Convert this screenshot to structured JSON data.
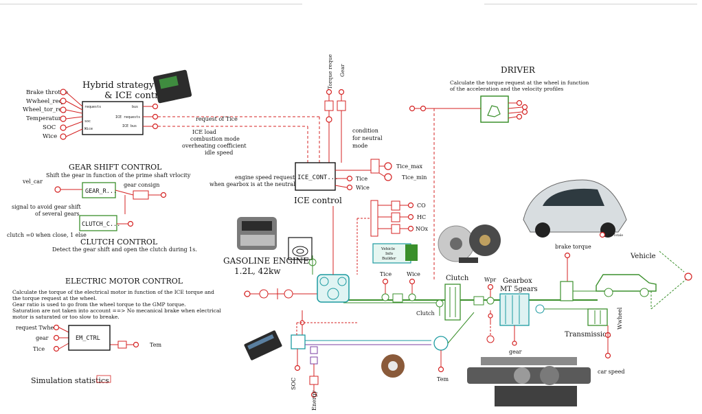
{
  "hybrid": {
    "title_line1": "Hybrid strategy control",
    "title_line2": "& ICE control",
    "inputs": [
      "Brake throttle",
      "Wwheel_req",
      "Wheel_tor_req",
      "Temperature",
      "SOC",
      "Wice"
    ],
    "block_ports_in": [
      "requests",
      "",
      "",
      "soc",
      "Wice"
    ],
    "block_ports_out": [
      "bus",
      "ICE requests",
      "ICE bus"
    ]
  },
  "gear_shift": {
    "title": "GEAR SHIFT CONTROL",
    "subtitle": "Shift the gear in function of the prime shaft vrlocity",
    "input": "vel_car",
    "block": "GEAR_R...",
    "consign": "gear consign",
    "note_line1": "signal to avoid gear shift",
    "note_line2": "of several gears"
  },
  "clutch_ctrl": {
    "block": "CLUTCH_C...",
    "note": "clutch =0 when close, 1 else",
    "title": "CLUTCH CONTROL",
    "subtitle": "Detect the gear shift and open the clutch during 1s."
  },
  "ice": {
    "request_label": "request of Tice",
    "notes": [
      "ICE load",
      "combustion mode",
      "overheating coefficient",
      "idle speed"
    ],
    "block": "ICE_CONT...",
    "caption": "ICE control",
    "torque_label": "Torque reque",
    "gear_label": "Gear",
    "condition_lines": [
      "condition",
      "for neutral",
      "mode"
    ],
    "engine_speed_lines": [
      "engine speed request",
      "when gearbox is at the neutral"
    ],
    "outputs": [
      "Tice_max",
      "Tice_min",
      "Tice",
      "Wice"
    ]
  },
  "driver": {
    "title": "DRIVER",
    "desc_line1": "Calculate the torque request at the wheel in function",
    "desc_line2": "of the acceleration and the velocity profiles"
  },
  "emissions": [
    "CO",
    "HC",
    "NOx"
  ],
  "vehicle_info": {
    "line1": "Vehicle",
    "line2": "Info",
    "line3": "Builder"
  },
  "engine": {
    "line1": "GASOLINE ENGINE",
    "line2": "1.2L, 42kw"
  },
  "em_control": {
    "title": "ELECTRIC MOTOR CONTROL",
    "desc": [
      "Calculate the torque of the electrical motor in function of the ICE torque and",
      "the torque request at the wheel.",
      "Gear ratio is used to go from the wheel torque to the GMP torque.",
      "Saturation are not taken into account ==> No mecanical brake when electrical",
      "motor is saturated or too slow to breake."
    ],
    "inputs": [
      "request Twheel",
      "gear",
      "Tice"
    ],
    "block": "EM_CTRL",
    "output": "Tem"
  },
  "drivetrain": {
    "tice": "Tice",
    "wice": "Wice",
    "clutch_title": "Clutch",
    "clutch_label": "Clutch",
    "wpr": "Wpr",
    "gearbox_line1": "Gearbox",
    "gearbox_line2": "MT 5gears",
    "gear": "gear",
    "transmission": "Transmission",
    "wwheel": "Wwheel",
    "car_speed": "car speed",
    "brake_torque": "brake torque",
    "vehicle": "Vehicle",
    "vehicle_small": "VC Totale",
    "tem": "Tem",
    "soc": "SOC",
    "energy": "Energy"
  },
  "simulation": "Simulation statistics",
  "colors": {
    "signal": "#d42020",
    "mech": "#3a8f2b",
    "elec": "#1b9aa0",
    "ink": "#111111"
  }
}
